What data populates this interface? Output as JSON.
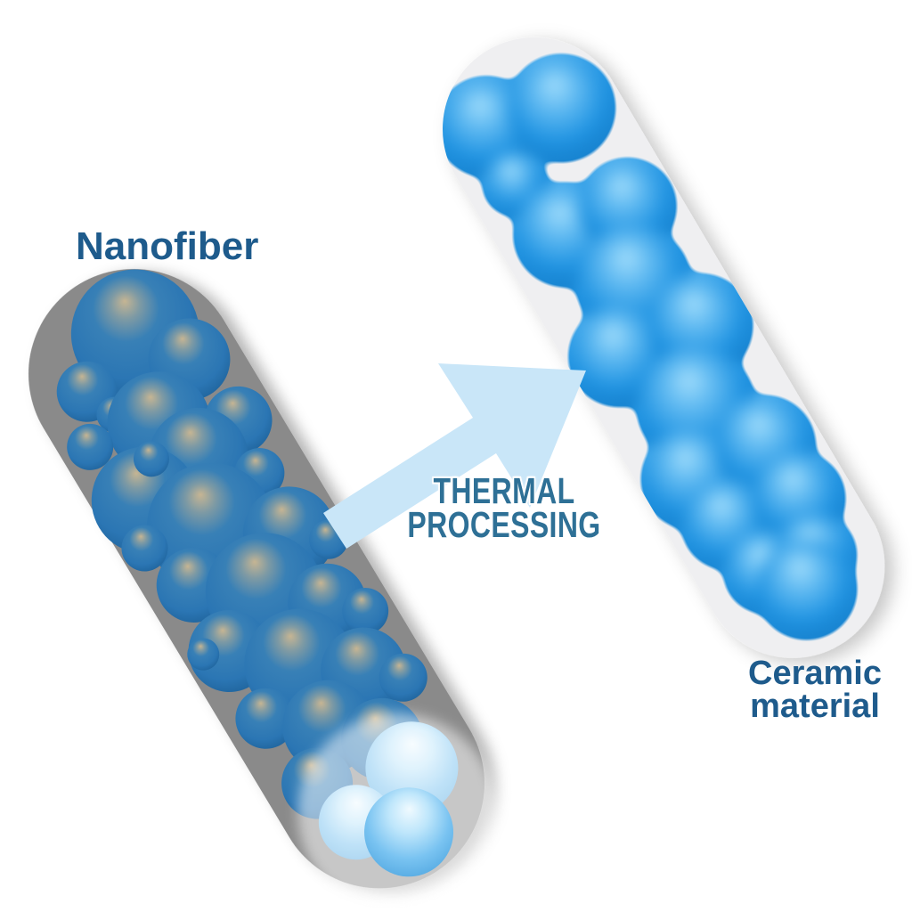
{
  "labels": {
    "nanofiber": "Nanofiber",
    "process_line1": "THERMAL",
    "process_line2": "PROCESSING",
    "ceramic_line1": "Ceramic",
    "ceramic_line2": "material"
  },
  "colors": {
    "background": "#FFFFFF",
    "label_text": "#1E5B8C",
    "process_text": "#2E7096",
    "arrow_fill": "#C9E6F8",
    "fiber_tube": "#8A8A8A",
    "ceramic_tube": "#EFEFF1",
    "fiber_sphere_base": "#2B76B4",
    "fiber_sphere_highlight": "#C6B593",
    "fiber_sphere_edge": "#1A5C92",
    "light_sphere_base": "#79C3F1",
    "light_sphere_highlight": "#F0FAFF",
    "light_sphere_edge": "#47A0DC",
    "ceramic_sphere_base": "#1F93E2",
    "ceramic_sphere_highlight": "#A5DFFC",
    "ceramic_sphere_edge": "#0D6DB6"
  }
}
